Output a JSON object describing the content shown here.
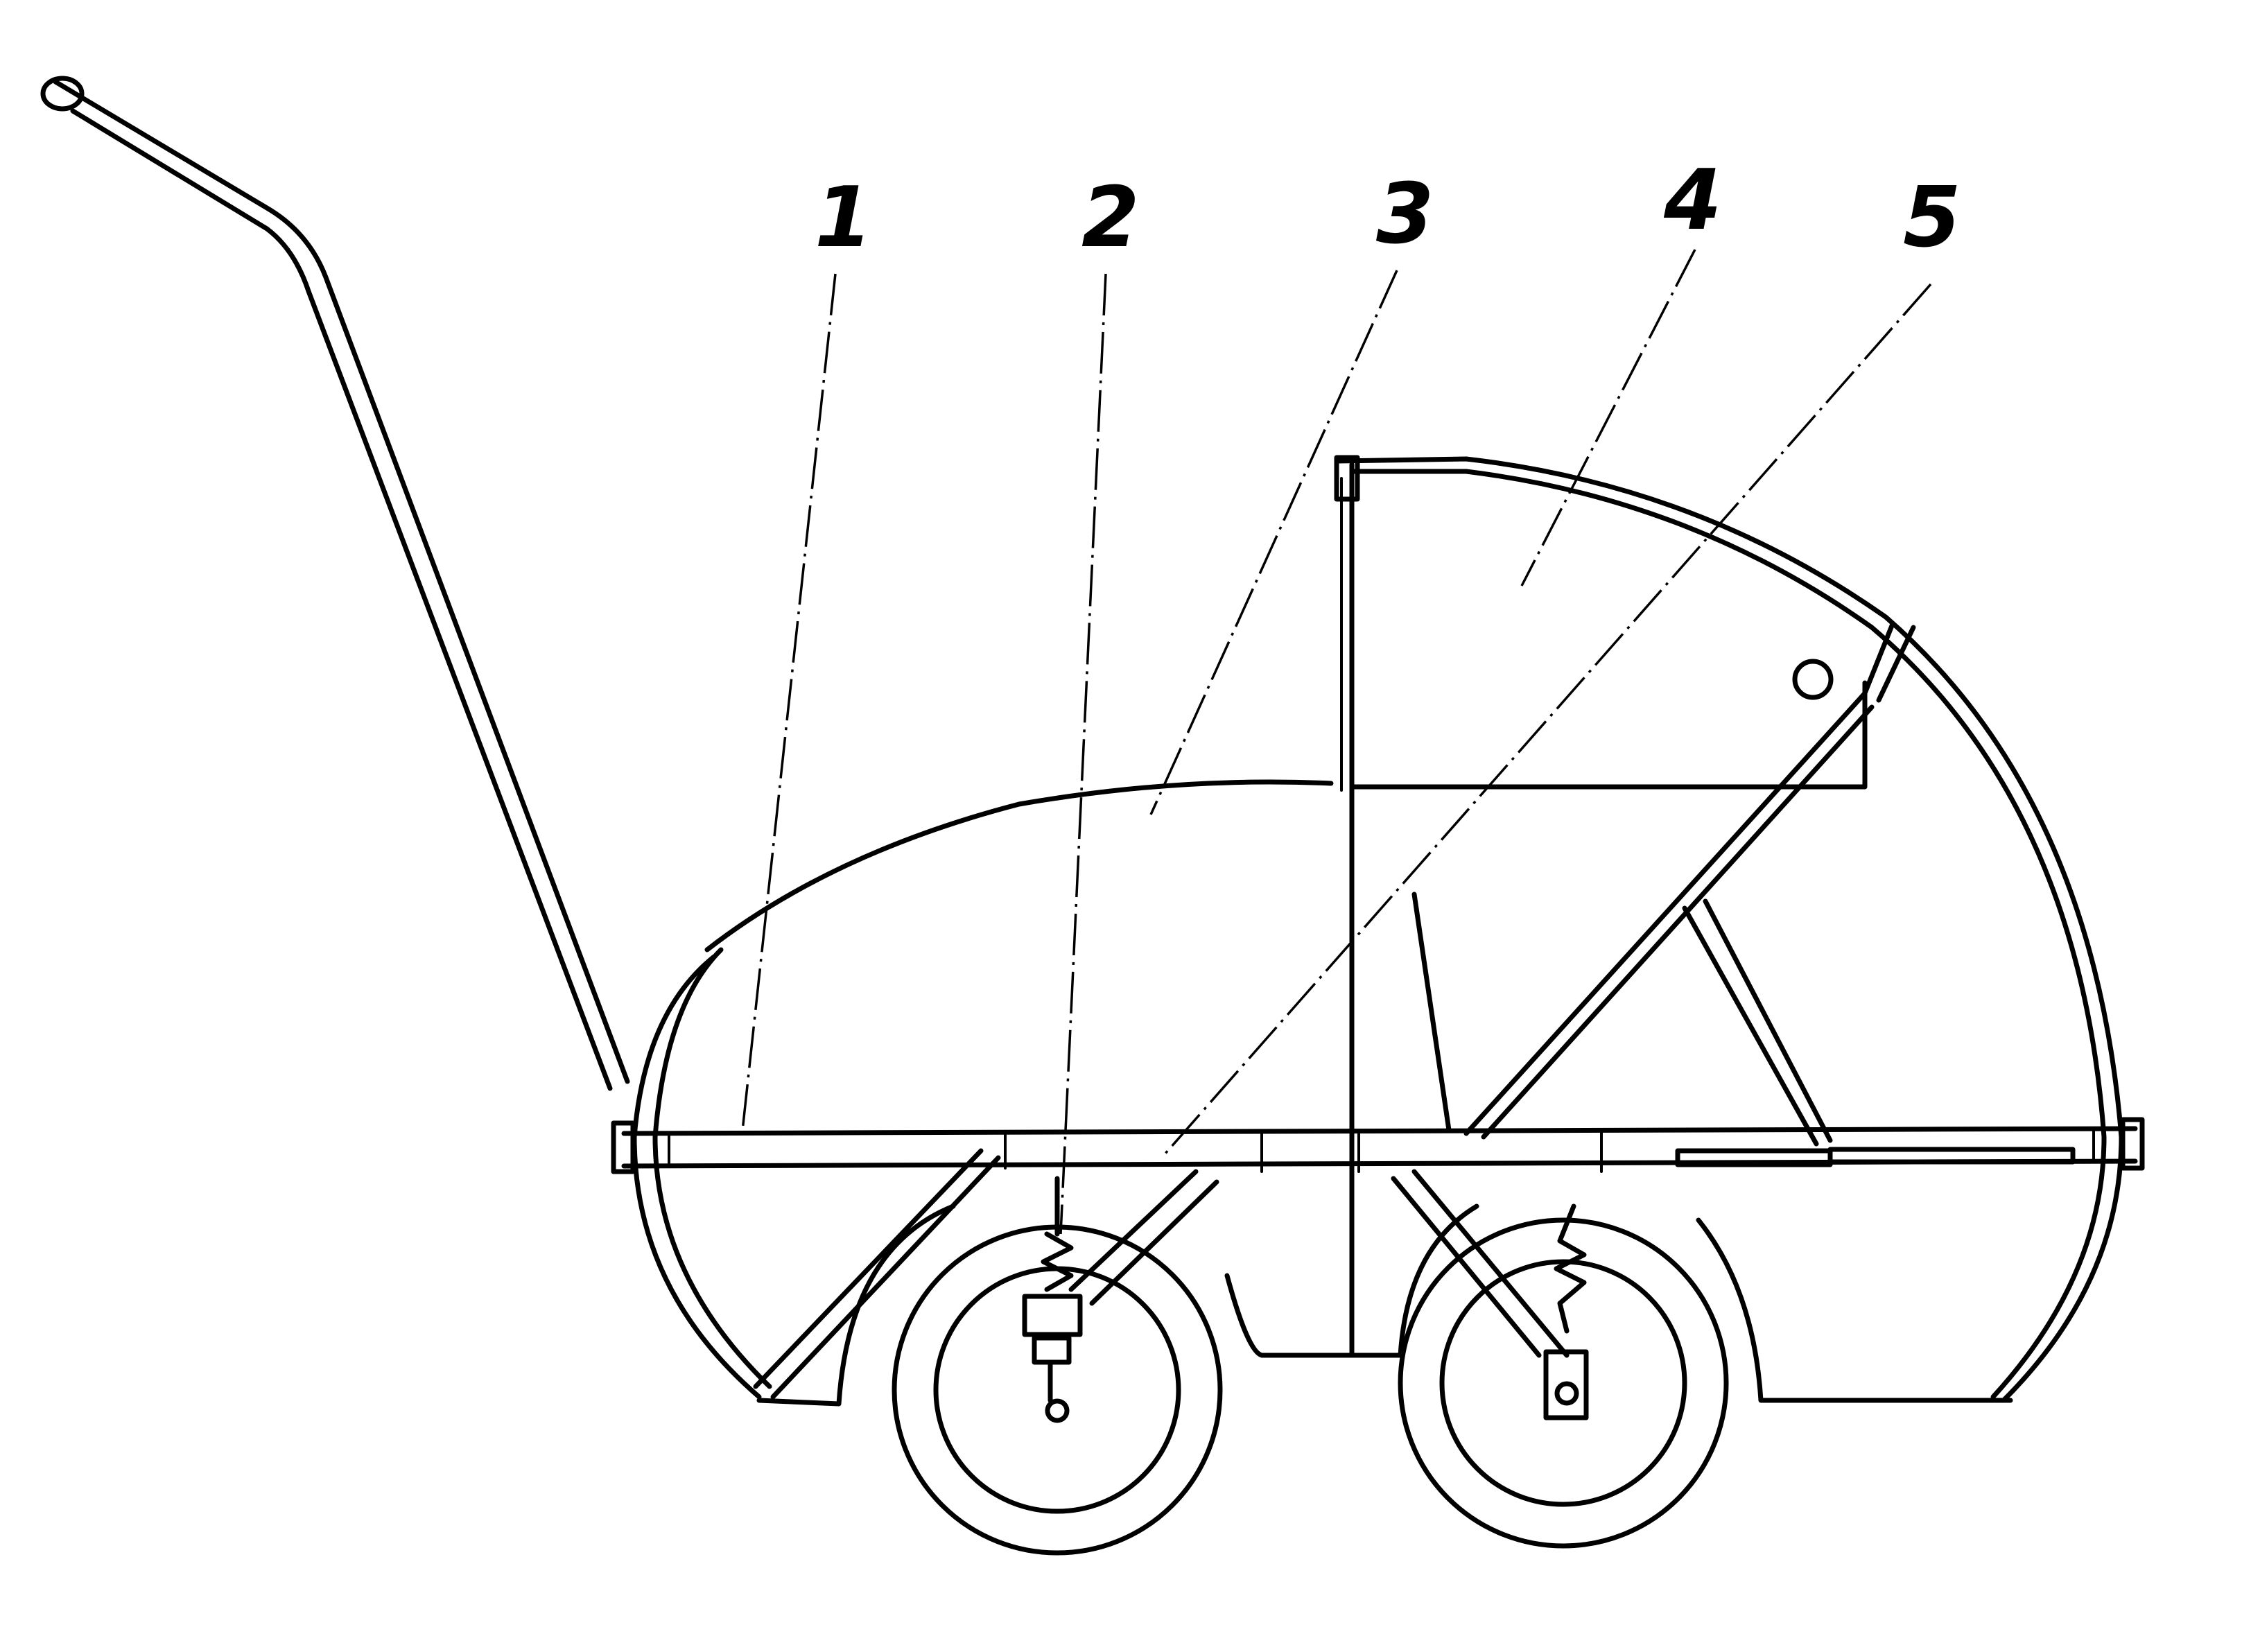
{
  "figure": {
    "subject": "baby-pram-side-view",
    "callouts": [
      "1",
      "2",
      "3",
      "4",
      "5"
    ]
  }
}
